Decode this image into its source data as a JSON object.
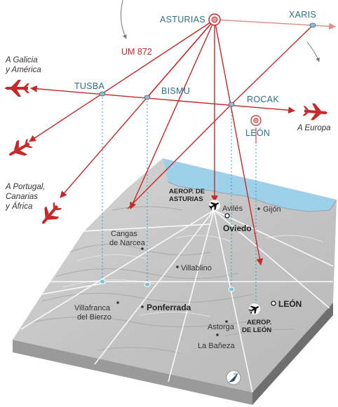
{
  "waypoints": {
    "asturias": "ASTURIAS",
    "xaris": "XARIS",
    "tusba": "TUSBA",
    "bismu": "BISMU",
    "rocak": "ROCAK",
    "leon": "LEÓN"
  },
  "airway_label": "UM 872",
  "destinations": {
    "galicia_line1": "A Galicia",
    "galicia_line2": "y América",
    "portugal_line1": "A Portugal,",
    "portugal_line2": "Canarias",
    "portugal_line3": "y África",
    "europa": "A Europa"
  },
  "towns": {
    "aviles": "Avilés",
    "gijon": "Gijón",
    "oviedo": "Oviedo",
    "cangas_line1": "Cangas",
    "cangas_line2": "de Narcea",
    "villablino": "Villablino",
    "villafranca_line1": "Villafranca",
    "villafranca_line2": "del Bierzo",
    "ponferrada": "Ponferrada",
    "astorga": "Astorga",
    "labaneza": "La Bañeza",
    "leon_city": "LEÓN"
  },
  "airports": {
    "asturias_line1": "AEROP. DE",
    "asturias_line2": "ASTURIAS",
    "leon_line1": "AEROP.",
    "leon_line2": "DE LEÓN"
  },
  "north_label": "N",
  "colors": {
    "route_red": "#c62828",
    "waypoint_blue": "#2b6f8f",
    "sea": "#9fd0ea",
    "terrain": "#c9c9c9"
  }
}
